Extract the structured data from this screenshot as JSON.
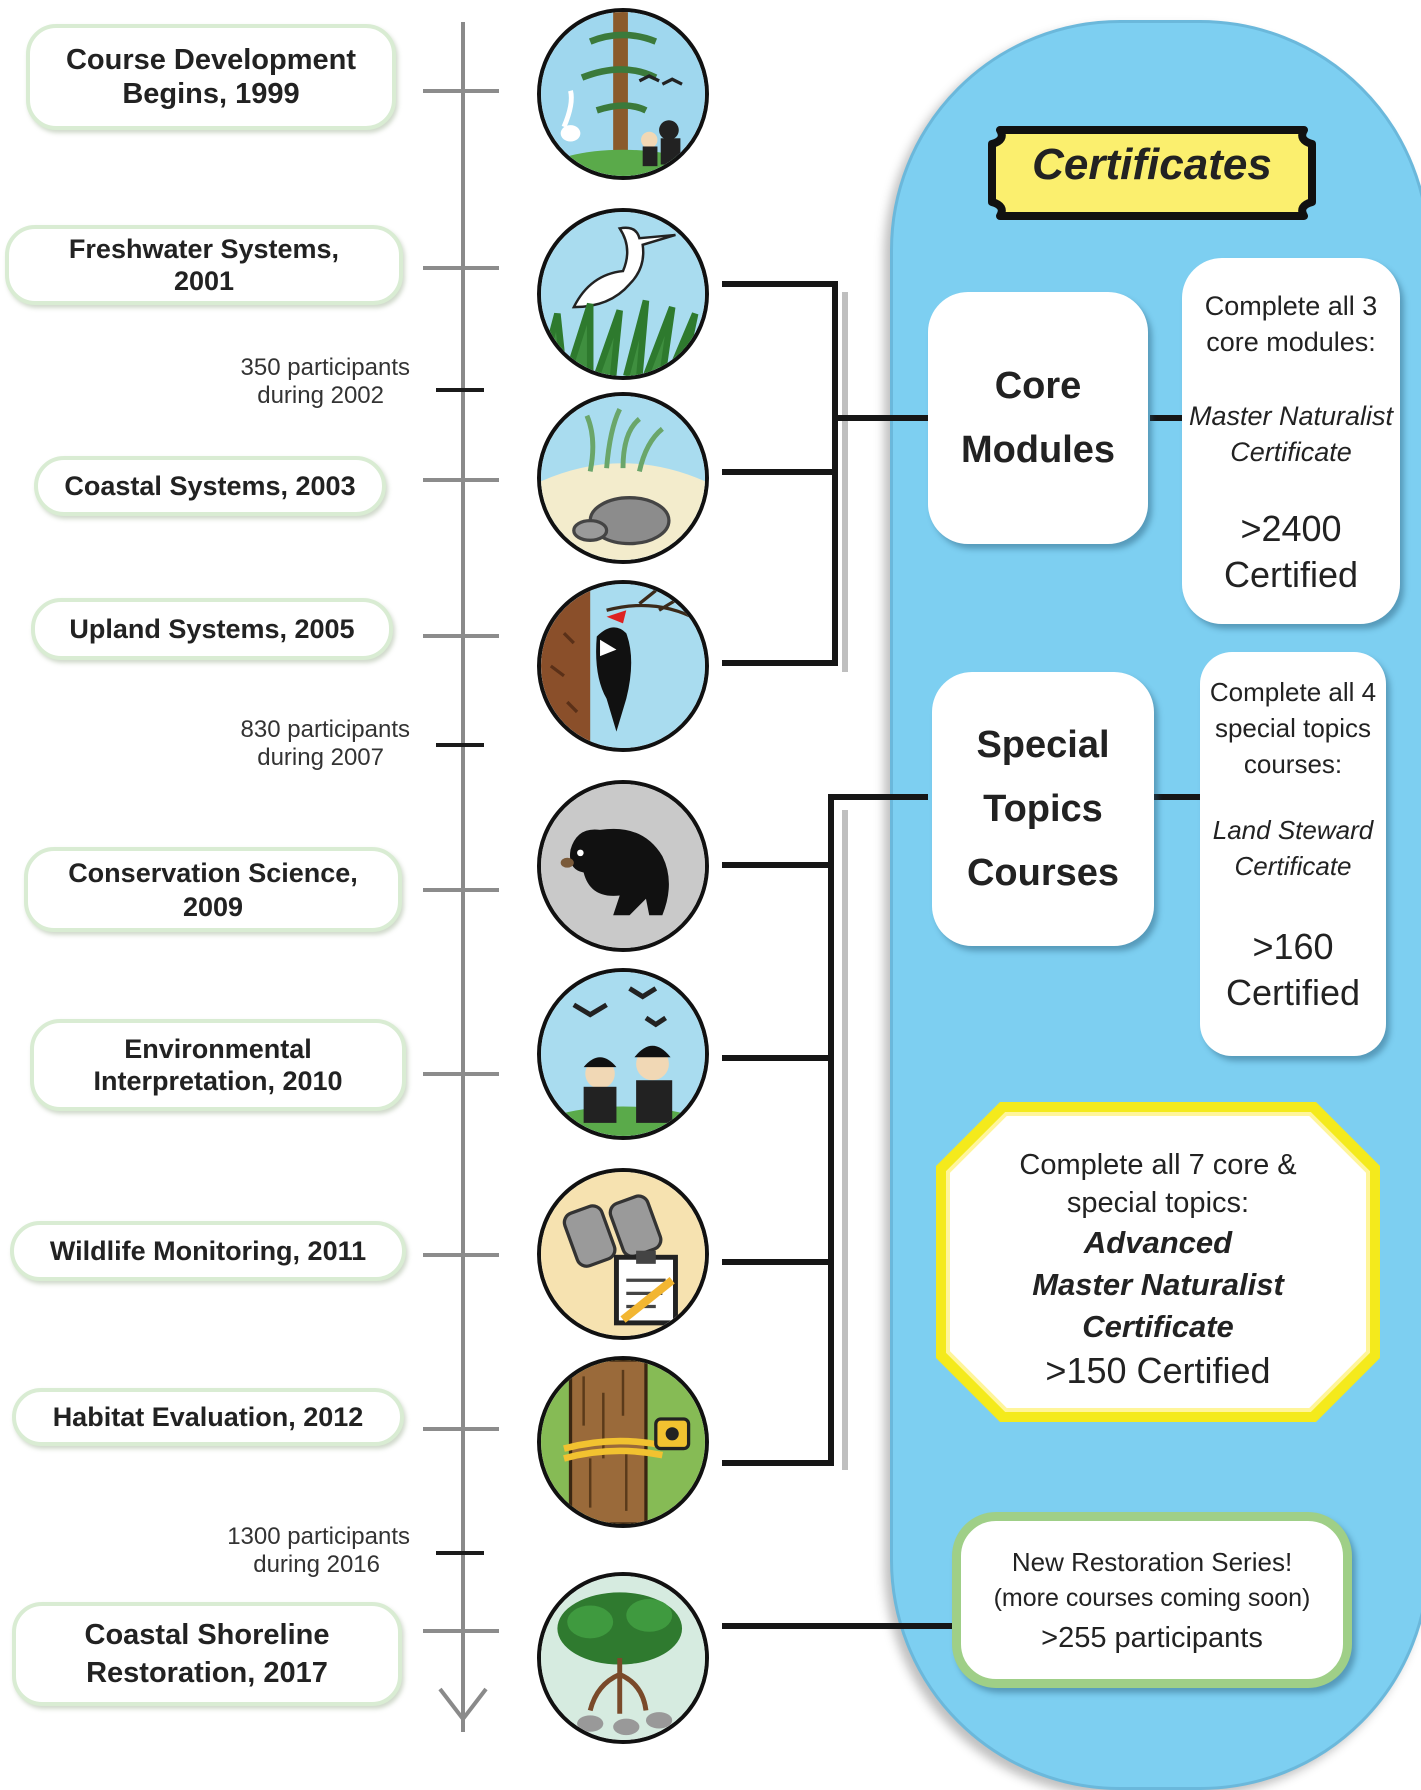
{
  "milestones": [
    {
      "line1": "Course Development",
      "line2": "Begins, 1999"
    },
    {
      "line1": "Freshwater Systems,",
      "line2": "2001"
    },
    {
      "line1": "Coastal Systems, 2003",
      "line2": ""
    },
    {
      "line1": "Upland Systems, 2005",
      "line2": ""
    },
    {
      "line1": "Conservation Science,",
      "line2": "2009"
    },
    {
      "line1": "Environmental",
      "line2": "Interpretation, 2010"
    },
    {
      "line1": "Wildlife Monitoring, 2011",
      "line2": ""
    },
    {
      "line1": "Habitat Evaluation, 2012",
      "line2": ""
    },
    {
      "line1": "Coastal Shoreline",
      "line2": "Restoration, 2017"
    }
  ],
  "participants": [
    {
      "line1": "350 participants",
      "line2": "during 2002"
    },
    {
      "line1": "830 participants",
      "line2": "during 2007"
    },
    {
      "line1": "1300 participants",
      "line2": "during 2016"
    }
  ],
  "icons": [
    "forest-wildlife-icon",
    "egret-icon",
    "tortoise-dune-icon",
    "woodpecker-icon",
    "black-bear-icon",
    "birdwatchers-icon",
    "binoculars-clipboard-icon",
    "tree-measuring-tape-icon",
    "mangrove-oyster-icon"
  ],
  "certificates": {
    "banner": "Certificates",
    "core": {
      "label1": "Core",
      "label2": "Modules",
      "desc1": "Complete all 3",
      "desc2": "core modules:",
      "cert1": "Master Naturalist",
      "cert2": "Certificate",
      "count1": ">2400",
      "count2": "Certified"
    },
    "special": {
      "label1": "Special",
      "label2": "Topics",
      "label3": "Courses",
      "desc1": "Complete all 4",
      "desc2": "special topics",
      "desc3": "courses:",
      "cert1": "Land Steward",
      "cert2": "Certificate",
      "count1": ">160",
      "count2": "Certified"
    },
    "advanced": {
      "desc1": "Complete all 7 core &",
      "desc2": "special topics:",
      "cert1": "Advanced",
      "cert2": "Master Naturalist",
      "cert3": "Certificate",
      "count": ">150 Certified"
    },
    "restoration": {
      "line1": "New Restoration Series!",
      "line2": "(more courses coming soon)",
      "line3": ">255 participants"
    }
  },
  "colors": {
    "pill": "#7dcff1",
    "banner": "#fbef6e",
    "milestone_border": "#d9ecd3",
    "advanced_border": "#f4ea1c",
    "restoration_border": "#9fcf87"
  }
}
